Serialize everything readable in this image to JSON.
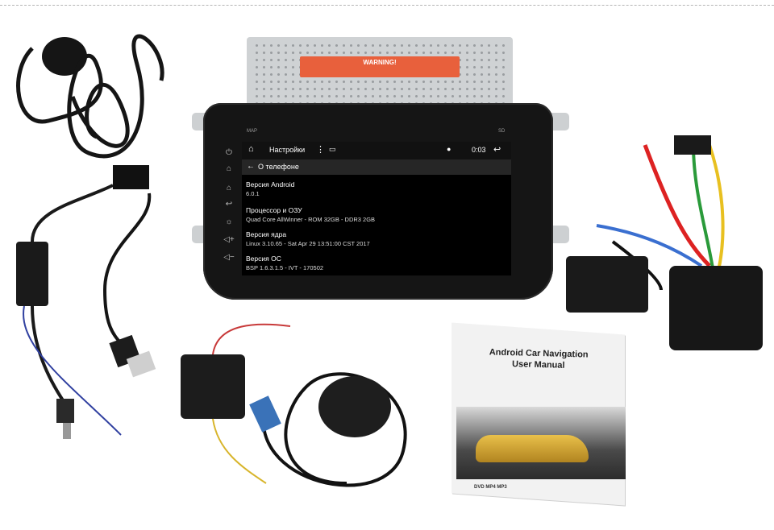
{
  "head_unit": {
    "warning_label": "WARNING!",
    "map_label": "MAP",
    "sd_label": "SD",
    "status_bar": {
      "title": "Настройки",
      "time": "0:03"
    },
    "app_bar": {
      "title": "О телефоне"
    },
    "info_rows": [
      {
        "key": "Версия Android",
        "value": "6.0.1"
      },
      {
        "key": "Процессор и ОЗУ",
        "value": "Quad Core AllWinner - ROM 32GB - DDR3 2GB"
      },
      {
        "key": "Версия ядра",
        "value": "Linux 3.10.65 - Sat Apr 29 13:51:00 CST 2017"
      },
      {
        "key": "Версия ОС",
        "value": "BSP 1.6.3.1.5 - IVT - 170502"
      }
    ]
  },
  "manual": {
    "title_line1": "Android Car Navigation",
    "title_line2": "User Manual",
    "footer": "DVD MP4 MP3"
  },
  "colors": {
    "background": "#ffffff",
    "warning_label": "#e8603c",
    "screen": "#000000"
  },
  "icons": [
    "power-icon",
    "home-icon",
    "back-icon",
    "volume-up-icon",
    "volume-down-icon",
    "location-icon",
    "menu-dots-icon"
  ]
}
